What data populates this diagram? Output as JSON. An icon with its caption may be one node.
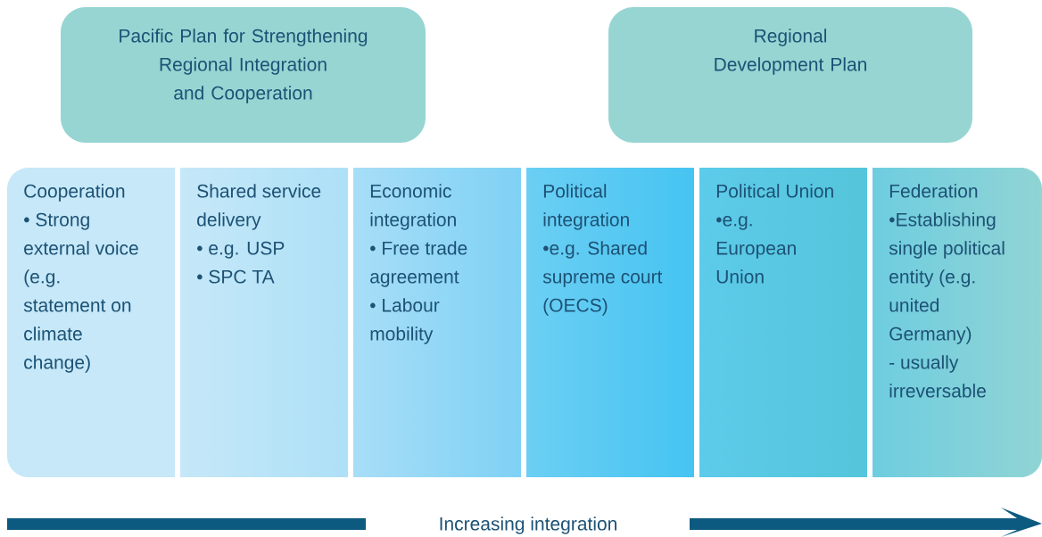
{
  "diagram": {
    "nodes": [
      {
        "text": [
          "Pacific Plan for Strengthening Regional Integration and Cooperation"
        ]
      },
      {
        "text": [
          "Regional Development Plan"
        ]
      },
      {
        "text": [
          "Cooperation",
          "• Strong external voice (e.g. statement on climate change)"
        ]
      },
      {
        "text": [
          "Shared service delivery",
          "• e.g. USP",
          "• SPC TA"
        ]
      },
      {
        "text": [
          "Economic integration",
          "• Free trade agreement",
          "• Labour mobility"
        ]
      },
      {
        "text": [
          "Political integration",
          "•e.g. Shared supreme court (OECS)"
        ]
      },
      {
        "text": [
          "Political Union",
          "•e.g. European Union"
        ]
      },
      {
        "text": [
          "Federation",
          "•Establishing single political entity (e.g. united Germany)",
          "- usually irreversable"
        ]
      }
    ],
    "edges": [],
    "labels": [
      "Increasing integration"
    ]
  }
}
